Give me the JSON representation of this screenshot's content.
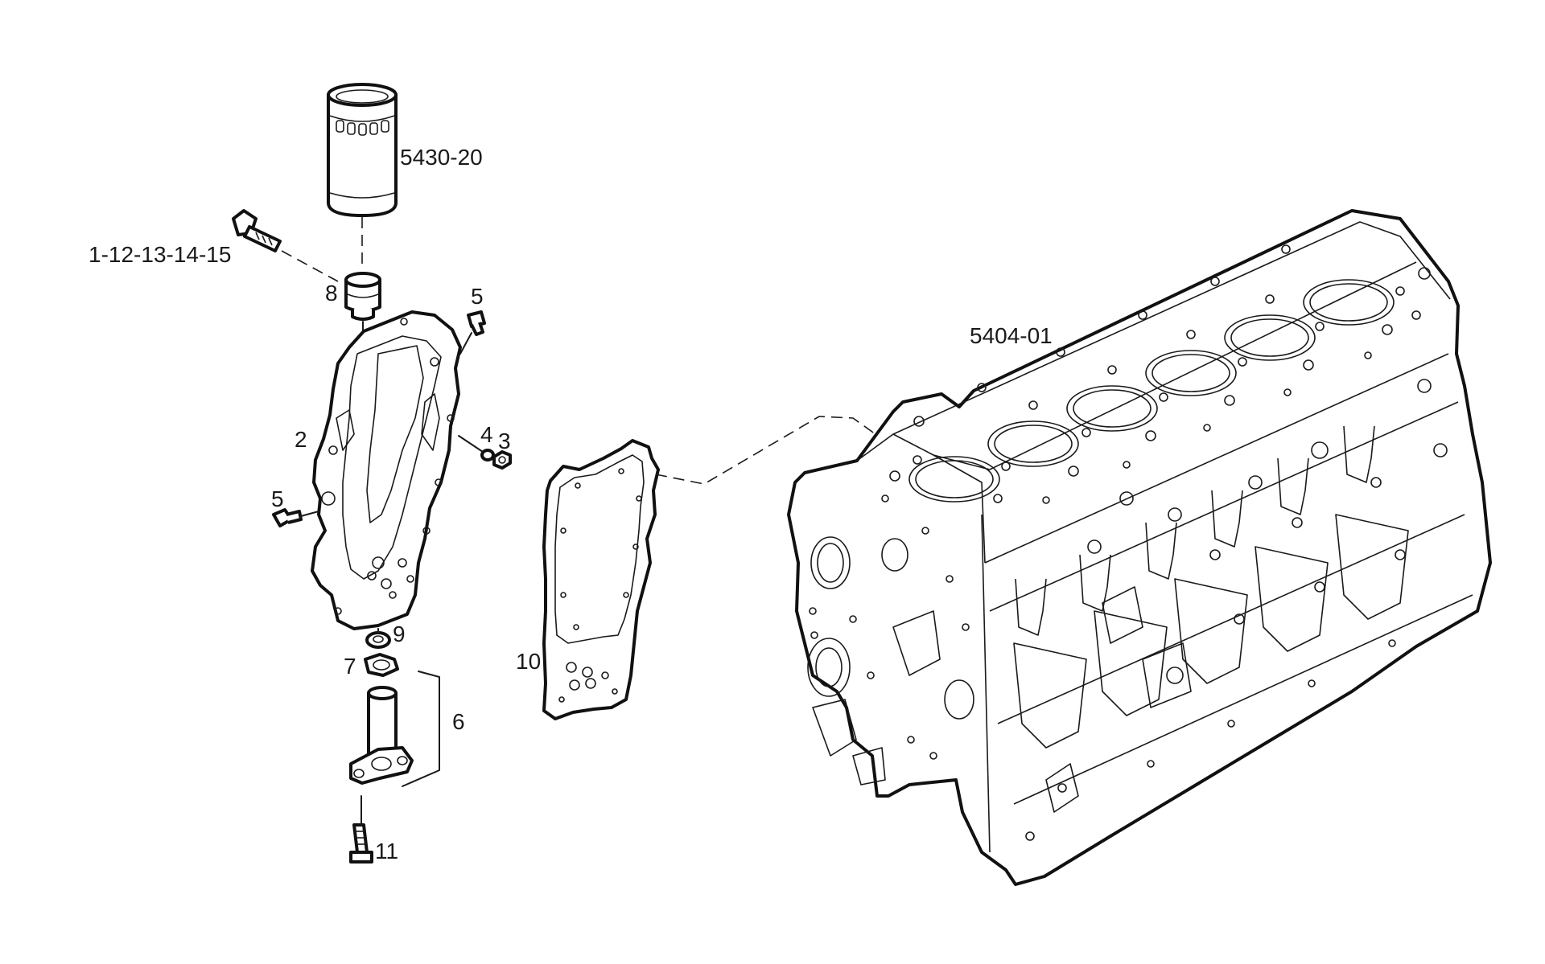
{
  "callouts": {
    "oil_filter": "5430-20",
    "engine_block": "5404-01",
    "screw_group": "1-12-13-14-15",
    "c8": "8",
    "c5_top": "5",
    "c2": "2",
    "c4": "4",
    "c3": "3",
    "c5_left": "5",
    "c9": "9",
    "c7": "7",
    "c6": "6",
    "c10": "10",
    "c11": "11"
  }
}
